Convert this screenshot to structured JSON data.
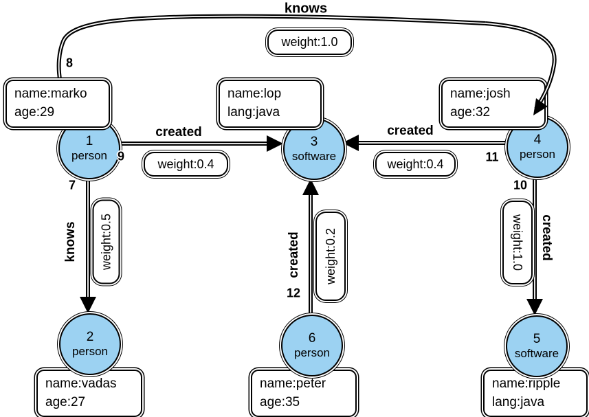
{
  "colors": {
    "node_fill": "#9CD2F2",
    "edge_stroke": "#000000",
    "box_background": "#FFFFFF"
  },
  "nodes": [
    {
      "id": "1",
      "type": "person",
      "props": [
        "name:marko",
        "age:29"
      ]
    },
    {
      "id": "2",
      "type": "person",
      "props": [
        "name:vadas",
        "age:27"
      ]
    },
    {
      "id": "3",
      "type": "software",
      "props": [
        "name:lop",
        "lang:java"
      ]
    },
    {
      "id": "4",
      "type": "person",
      "props": [
        "name:josh",
        "age:32"
      ]
    },
    {
      "id": "5",
      "type": "software",
      "props": [
        "name:ripple",
        "lang:java"
      ]
    },
    {
      "id": "6",
      "type": "person",
      "props": [
        "name:peter",
        "age:35"
      ]
    }
  ],
  "edges": [
    {
      "id": "7",
      "label": "knows",
      "weight": "weight:0.5",
      "from": "1",
      "to": "2"
    },
    {
      "id": "8",
      "label": "knows",
      "weight": "weight:1.0",
      "from": "1",
      "to": "4"
    },
    {
      "id": "9",
      "label": "created",
      "weight": "weight:0.4",
      "from": "1",
      "to": "3"
    },
    {
      "id": "10",
      "label": "created",
      "weight": "weight:1.0",
      "from": "4",
      "to": "5"
    },
    {
      "id": "11",
      "label": "created",
      "weight": "weight:0.4",
      "from": "4",
      "to": "3"
    },
    {
      "id": "12",
      "label": "created",
      "weight": "weight:0.2",
      "from": "6",
      "to": "3"
    }
  ]
}
